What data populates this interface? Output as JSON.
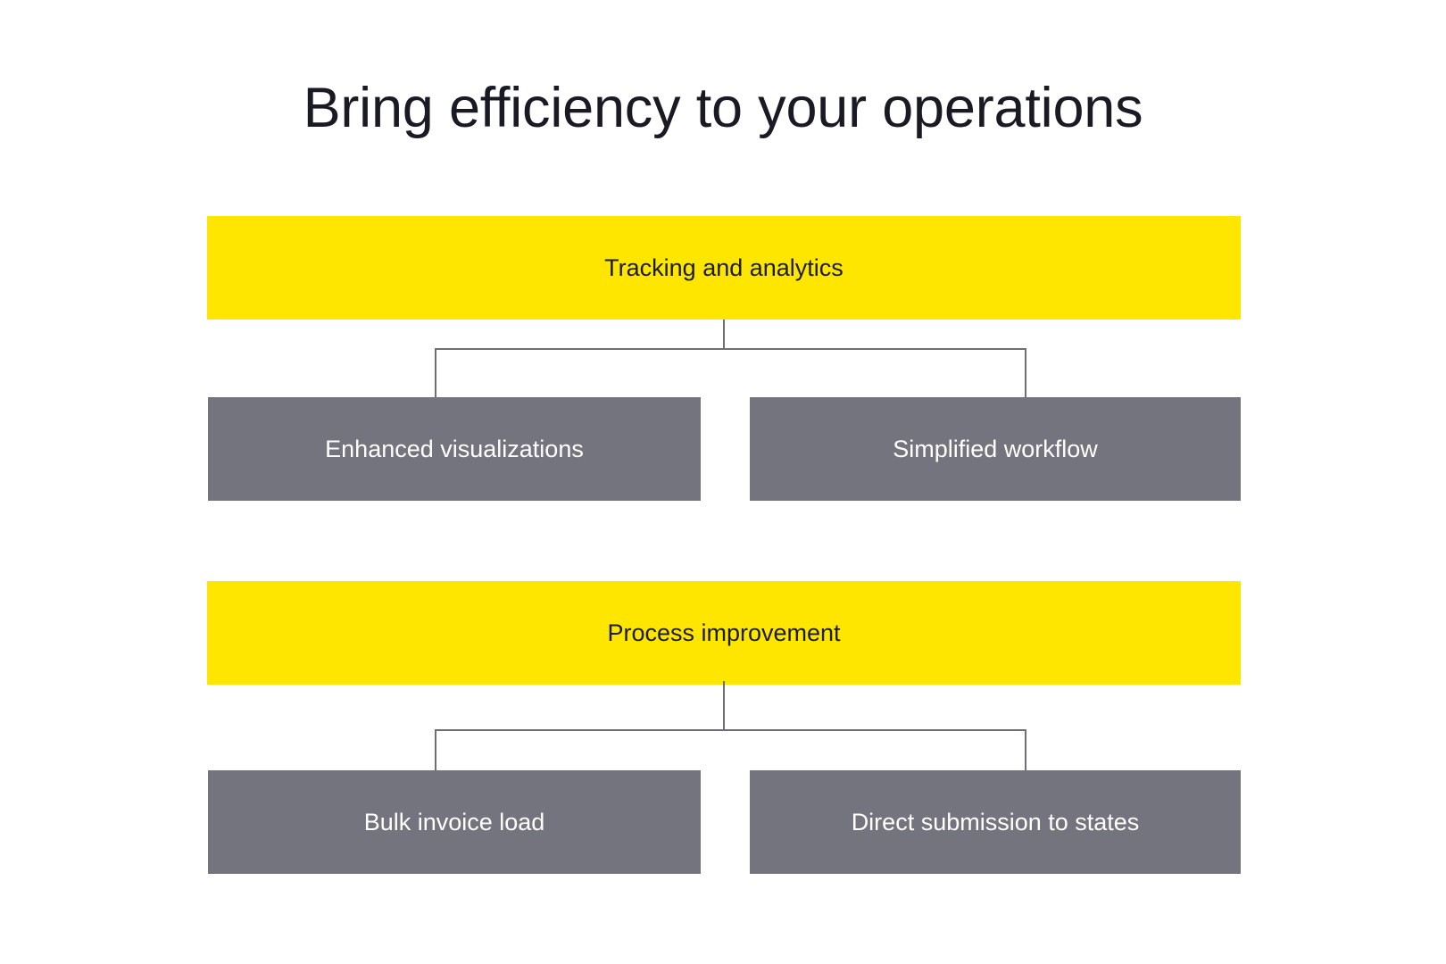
{
  "slide": {
    "title": "Bring efficiency to your operations",
    "background_color": "#FFFFFF"
  },
  "colors": {
    "parent_fill": "#FFE600",
    "parent_text": "#1C1C24",
    "child_fill": "#74747E",
    "child_text": "#FFFFFF",
    "title_text": "#1A1A24",
    "connector_line": "#6E6E78"
  },
  "groups": [
    {
      "parent": {
        "label": "Tracking and analytics",
        "fill": "#FFE600"
      },
      "children": [
        {
          "label": "Enhanced visualizations",
          "fill": "#74747E"
        },
        {
          "label": "Simplified workflow",
          "fill": "#74747E"
        }
      ]
    },
    {
      "parent": {
        "label": "Process improvement",
        "fill": "#FFE600"
      },
      "children": [
        {
          "label": "Bulk invoice load",
          "fill": "#74747E"
        },
        {
          "label": "Direct submission to states",
          "fill": "#74747E"
        }
      ]
    }
  ]
}
